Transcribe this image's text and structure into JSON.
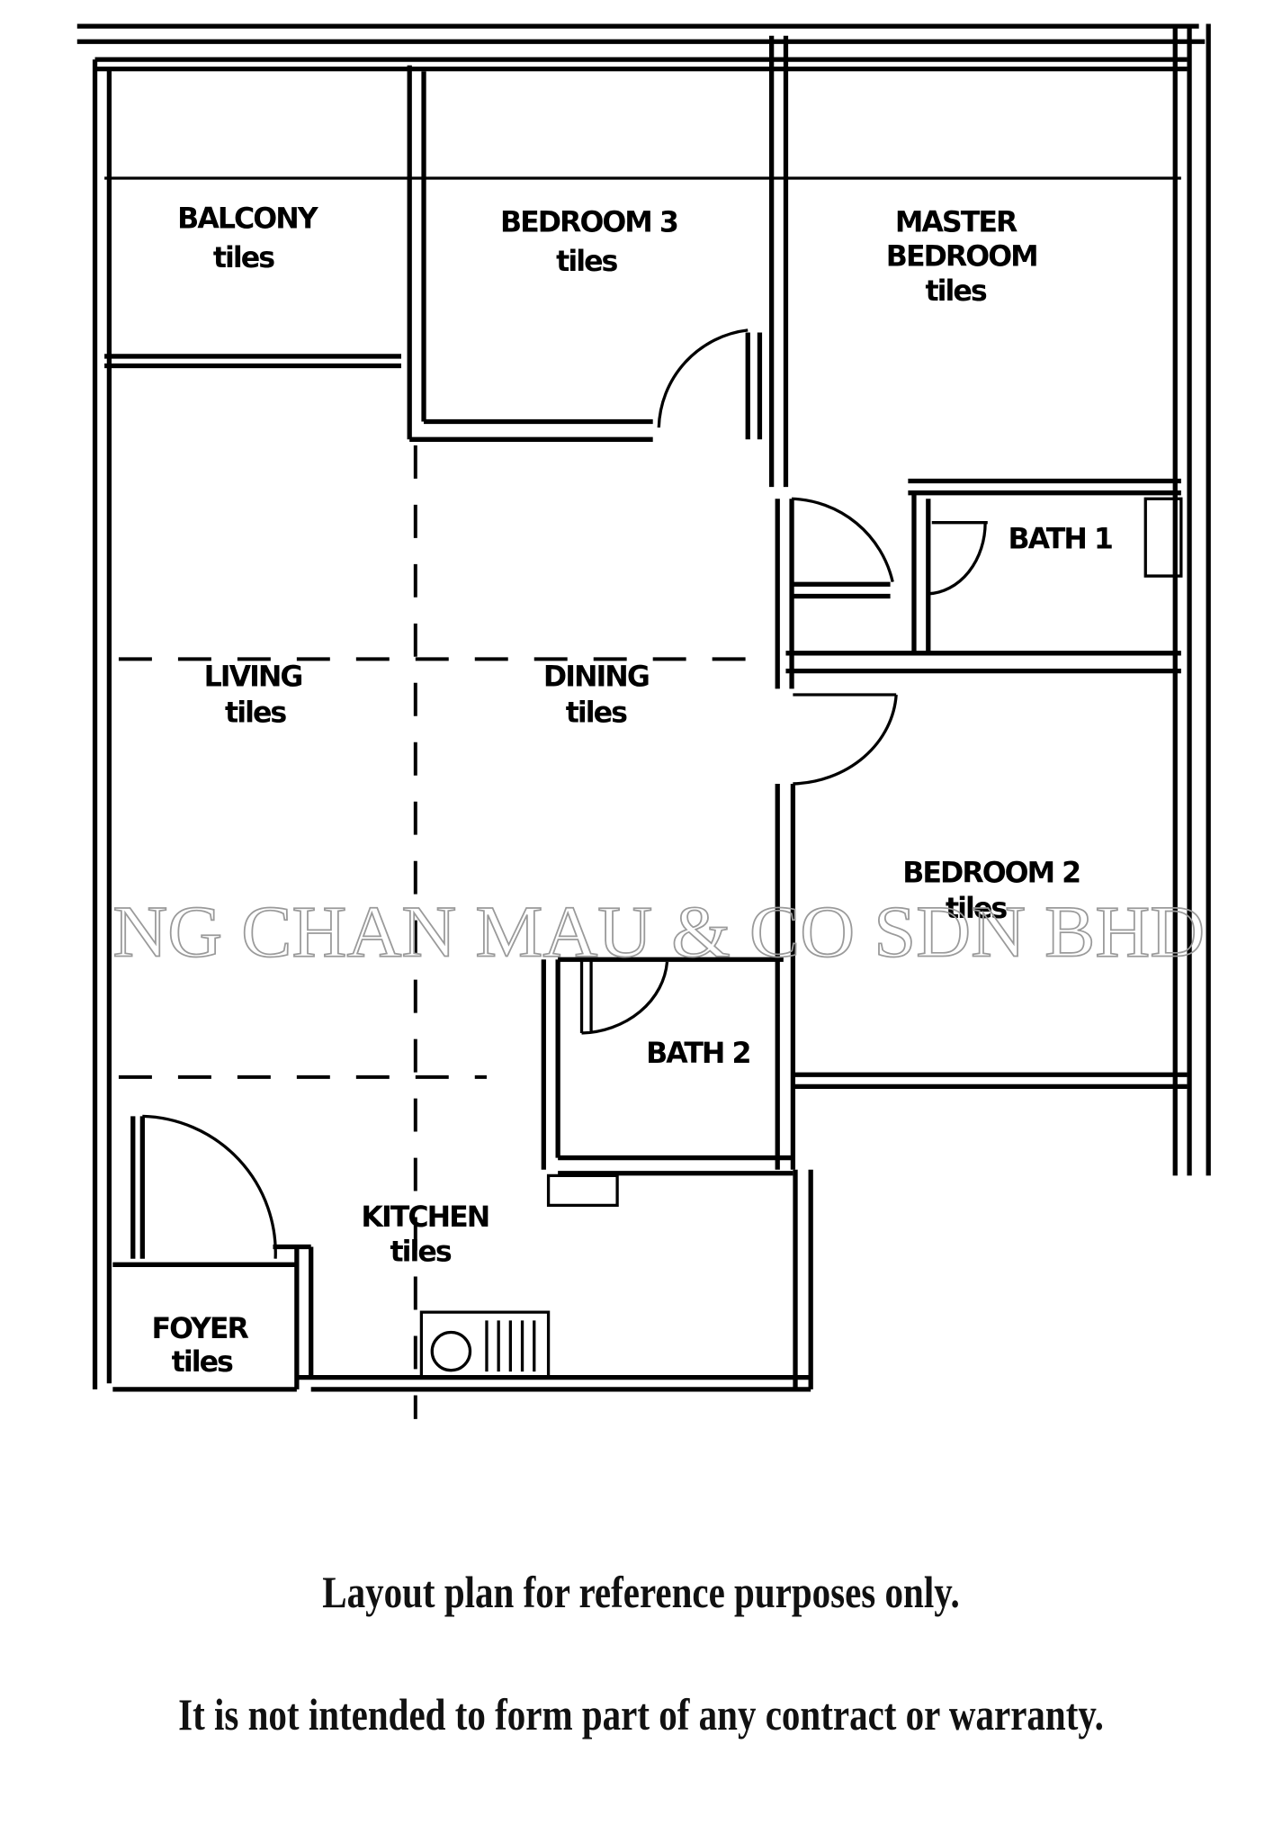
{
  "rooms": {
    "balcony": {
      "name": "BALCONY",
      "finish": "tiles"
    },
    "bedroom3": {
      "name": "BEDROOM 3",
      "finish": "tiles"
    },
    "master": {
      "name_line1": "MASTER",
      "name_line2": "BEDROOM",
      "finish": "tiles"
    },
    "bath1": {
      "name": "BATH 1"
    },
    "living": {
      "name": "LIVING",
      "finish": "tiles"
    },
    "dining": {
      "name": "DINING",
      "finish": "tiles"
    },
    "bedroom2": {
      "name": "BEDROOM 2",
      "finish": "tiles"
    },
    "bath2": {
      "name": "BATH 2"
    },
    "kitchen": {
      "name": "KITCHEN",
      "finish": "tiles"
    },
    "foyer": {
      "name": "FOYER",
      "finish": "tiles"
    }
  },
  "watermark": "NG CHAN MAU & CO SDN BHD",
  "disclaimer": {
    "line1": "Layout plan for reference purposes only.",
    "line2": "It is not intended to form part of any contract or warranty."
  }
}
